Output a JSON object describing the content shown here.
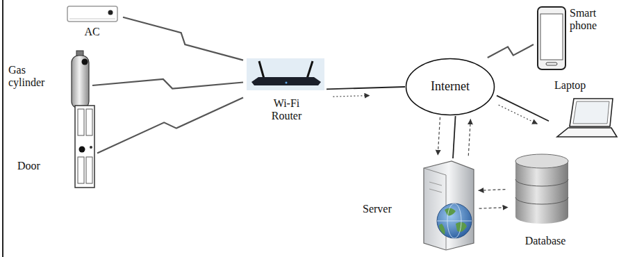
{
  "diagram": {
    "nodes": [
      {
        "text": [
          "AC"
        ]
      },
      {
        "text": [
          "Gas cylinder"
        ]
      },
      {
        "text": [
          "Door"
        ]
      },
      {
        "text": [
          "Wi-Fi Router"
        ]
      },
      {
        "text": [
          "Internet"
        ]
      },
      {
        "text": [
          "Smart phone"
        ]
      },
      {
        "text": [
          "Laptop"
        ]
      },
      {
        "text": [
          "Server"
        ]
      },
      {
        "text": [
          "Database"
        ]
      }
    ],
    "edges": [
      {
        "from": 0,
        "to": 3,
        "arrow": "none"
      },
      {
        "from": 1,
        "to": 3,
        "arrow": "none"
      },
      {
        "from": 2,
        "to": 3,
        "arrow": "none"
      },
      {
        "from": 3,
        "to": 4,
        "arrow": "to"
      },
      {
        "from": 4,
        "to": 5,
        "arrow": "none"
      },
      {
        "from": 4,
        "to": 6,
        "arrow": "to"
      },
      {
        "from": 4,
        "to": 7,
        "arrow": "both"
      },
      {
        "from": 7,
        "to": 8,
        "arrow": "both"
      }
    ]
  }
}
